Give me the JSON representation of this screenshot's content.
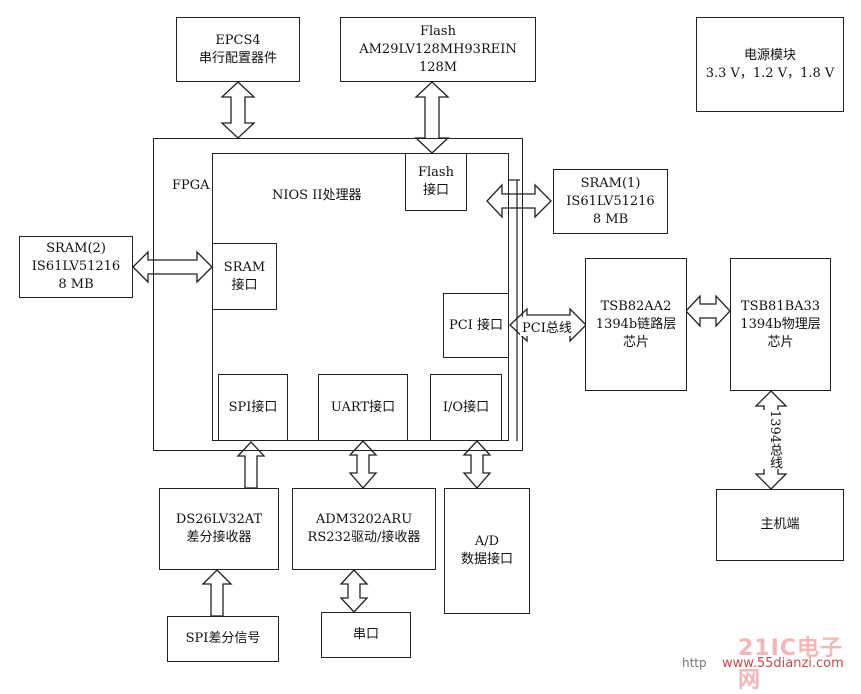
{
  "epcs": {
    "line1": "EPCS4",
    "line2": "串行配置器件"
  },
  "flash": {
    "line1": "Flash",
    "line2": "AM29LV128MH93REIN",
    "line3": "128M"
  },
  "power": {
    "line1": "电源模块",
    "line2": "3.3 V，1.2 V，1.8 V"
  },
  "fpga_label": "FPGA",
  "nios_label": "NIOS II处理器",
  "flash_if": {
    "line1": "Flash",
    "line2": "接口"
  },
  "sram1": {
    "line1": "SRAM(1)",
    "line2": "IS61LV51216",
    "line3": "8 MB"
  },
  "sram2": {
    "line1": "SRAM(2)",
    "line2": "IS61LV51216",
    "line3": "8 MB"
  },
  "sram_if": {
    "line1": "SRAM",
    "line2": "接口"
  },
  "pci_if": "PCI 接口",
  "pci_bus": "PCI总线",
  "tsb82": {
    "line1": "TSB82AA2",
    "line2": "1394b链路层",
    "line3": "芯片"
  },
  "tsb81": {
    "line1": "TSB81BA33",
    "line2": "1394b物理层",
    "line3": "芯片"
  },
  "bus1394": "1394总线",
  "host": "主机端",
  "spi_if": "SPI接口",
  "uart_if": "UART接口",
  "io_if": "I/O接口",
  "ds26": {
    "line1": "DS26LV32AT",
    "line2": "差分接收器"
  },
  "adm": {
    "line1": "ADM3202ARU",
    "line2": "RS232驱动/接收器"
  },
  "ad": {
    "line1": "A/D",
    "line2": "数据接口"
  },
  "spi_diff": "SPI差分信号",
  "serial": "串口",
  "watermark": {
    "logo": "21IC电子网",
    "url": "www.55dianzi.com",
    "prefix": "http"
  }
}
